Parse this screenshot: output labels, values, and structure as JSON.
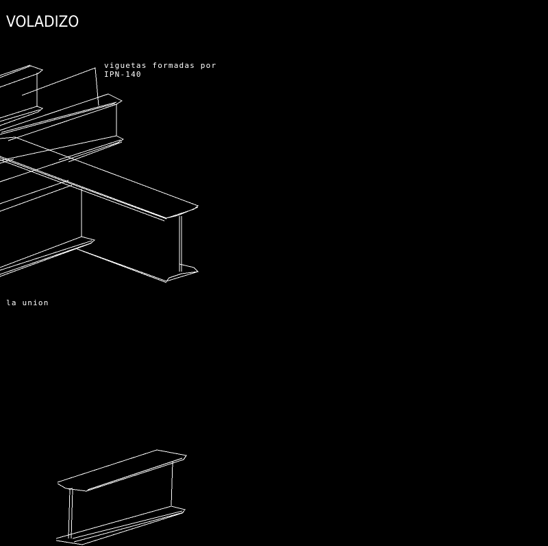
{
  "drawing": {
    "title": "VOLADIZO",
    "annotations": [
      {
        "id": "joists",
        "line1": "viguetas formadas por",
        "line2": "IPN-140"
      },
      {
        "id": "union",
        "text": "la union"
      }
    ],
    "colors": {
      "background": "#000000",
      "lines": "#ffffff",
      "text": "#ffffff"
    },
    "elements": [
      "joist-beam-top-left",
      "joist-beam-center",
      "main-cantilever-beam",
      "lower-beam-left",
      "detail-ipn-beam-bottom"
    ]
  }
}
